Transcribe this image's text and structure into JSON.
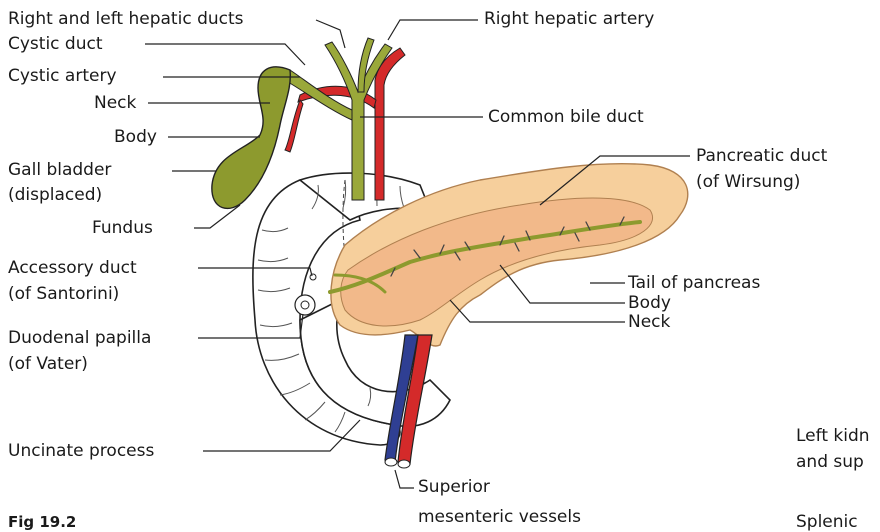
{
  "labels": {
    "right_left_hepatic_ducts": "Right and left hepatic ducts",
    "right_hepatic_artery": "Right hepatic artery",
    "cystic_duct": "Cystic duct",
    "cystic_artery": "Cystic artery",
    "neck": "Neck",
    "body": "Body",
    "gall_bladder": "Gall bladder",
    "displaced": "(displaced)",
    "fundus": "Fundus",
    "common_bile_duct": "Common bile duct",
    "pancreatic_duct": "Pancreatic duct",
    "of_wirsung": "(of Wirsung)",
    "accessory_duct": "Accessory duct",
    "of_santorini": "(of Santorini)",
    "duodenal_papilla": "Duodenal papilla",
    "of_vater": "(of Vater)",
    "tail_of_pancreas": "Tail of pancreas",
    "pancreas_body": "Body",
    "pancreas_neck": "Neck",
    "uncinate_process": "Uncinate process",
    "superior": "Superior",
    "mesenteric_vessels": "mesenteric vessels",
    "left_kidney_partial": "Left kidn",
    "and_sup_partial": "and sup",
    "splenic_partial": "Splenic",
    "fig_label": "Fig 19.2"
  },
  "colors": {
    "gall_bladder": "#8d9a2e",
    "bile_duct": "#9aa83a",
    "artery": "#d42a2a",
    "vein": "#2f3f93",
    "pancreas": "#f6cf9c",
    "pancreas_inner": "#f2b98a",
    "duodenum": "#ffffff",
    "outline": "#222222"
  }
}
